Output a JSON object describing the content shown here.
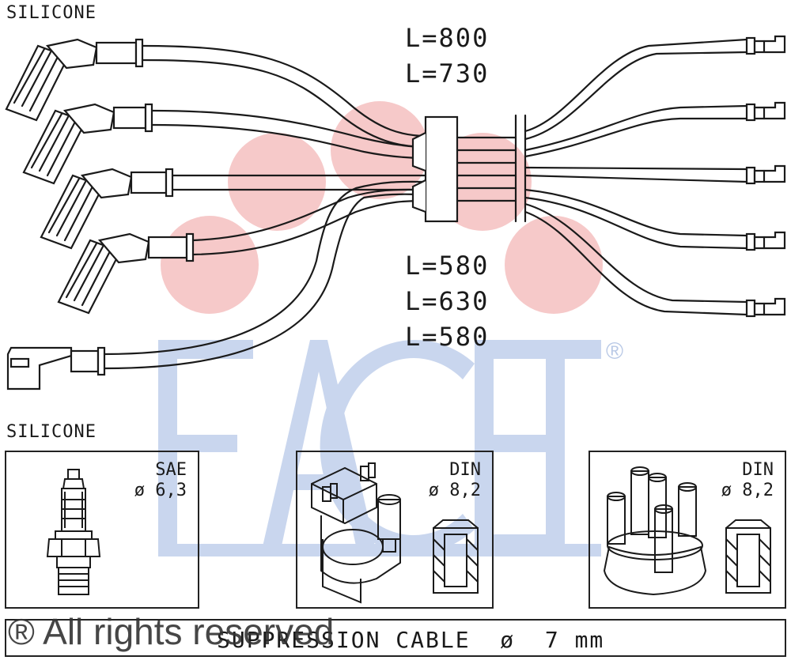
{
  "labels": {
    "top_material": "SILICONE",
    "bottom_material": "SILICONE",
    "lengths_top": [
      "L=800",
      "L=730"
    ],
    "lengths_bottom": [
      "L=580",
      "L=630",
      "L=580"
    ]
  },
  "watermark": {
    "brand": "FACET",
    "registered": "®",
    "copyright": "® All rights reserved"
  },
  "panels": [
    {
      "name": "spark-plug",
      "spec_line1": "SAE",
      "spec_line2": "ø 6,3"
    },
    {
      "name": "ignition-coil",
      "spec_line1": "DIN",
      "spec_line2": "ø 8,2"
    },
    {
      "name": "distributor-cap",
      "spec_line1": "DIN",
      "spec_line2": "ø 8,2"
    }
  ],
  "footer": {
    "text": "SUPPRESSION CABLE  ø  7 mm"
  },
  "colors": {
    "line": "#1a1a1a",
    "watermark_blue": "#c9d6ee",
    "watermark_pink": "#f6c9c9"
  }
}
